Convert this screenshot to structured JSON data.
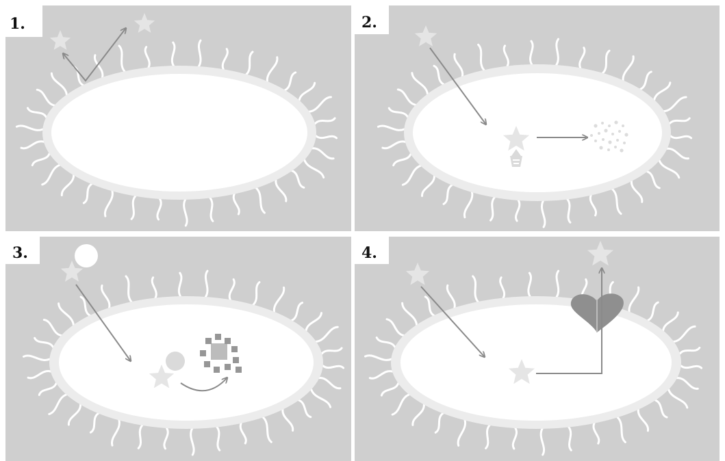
{
  "colors": {
    "background": "#cfcfcf",
    "cell_rim": "#ececec",
    "cell_inner": "#ffffff",
    "flagella": "#ffffff",
    "star": "#e5e5e5",
    "arrow": "#8a8a8a",
    "square": "#969696",
    "square_center": "#bcbcbc",
    "heart": "#8f8f8f",
    "circle": "#ffffff",
    "molecule_small": "#dadada",
    "particles": "#dcdcdc",
    "label_flag": "#ffffff",
    "label_text": "#111111"
  },
  "panels": [
    {
      "label": "1.",
      "icons": [
        "star-icon",
        "star-icon",
        "bounce-arrow-icon"
      ]
    },
    {
      "label": "2.",
      "icons": [
        "star-icon",
        "arrow-icon",
        "protein-icon",
        "particles-icon"
      ]
    },
    {
      "label": "3.",
      "icons": [
        "circle-icon",
        "star-icon",
        "arrow-icon",
        "curved-arrow-icon",
        "square-cluster-icon"
      ]
    },
    {
      "label": "4.",
      "icons": [
        "star-icon",
        "arrow-icon",
        "heart-icon",
        "elbow-arrow-icon"
      ]
    }
  ]
}
